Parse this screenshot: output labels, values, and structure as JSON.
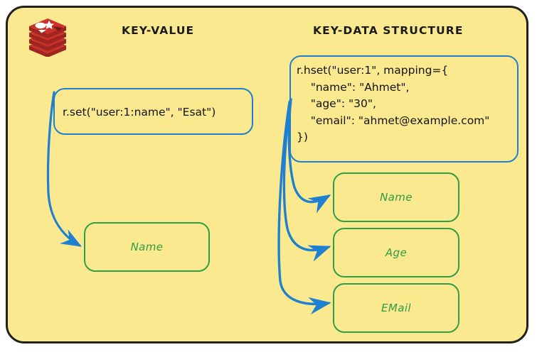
{
  "diagram": {
    "title_left": "KEY-VALUE",
    "title_right": "KEY-DATA STRUCTURE",
    "logo": "redis-logo",
    "colors": {
      "background": "#fae98f",
      "border": "#22201c",
      "command_blue": "#2080d0",
      "field_green": "#2f9e44",
      "text_dark": "#14120f",
      "redis_red": "#c9312b"
    }
  },
  "left_column": {
    "command": "r.set(\"user:1:name\", \"Esat\")",
    "fields": [
      {
        "label": "Name"
      }
    ]
  },
  "right_column": {
    "command": "r.hset(\"user:1\", mapping={\n    \"name\": \"Ahmet\",\n    \"age\": \"30\",\n    \"email\": \"ahmet@example.com\"\n})",
    "fields": [
      {
        "label": "Name"
      },
      {
        "label": "Age"
      },
      {
        "label": "EMail"
      }
    ]
  }
}
